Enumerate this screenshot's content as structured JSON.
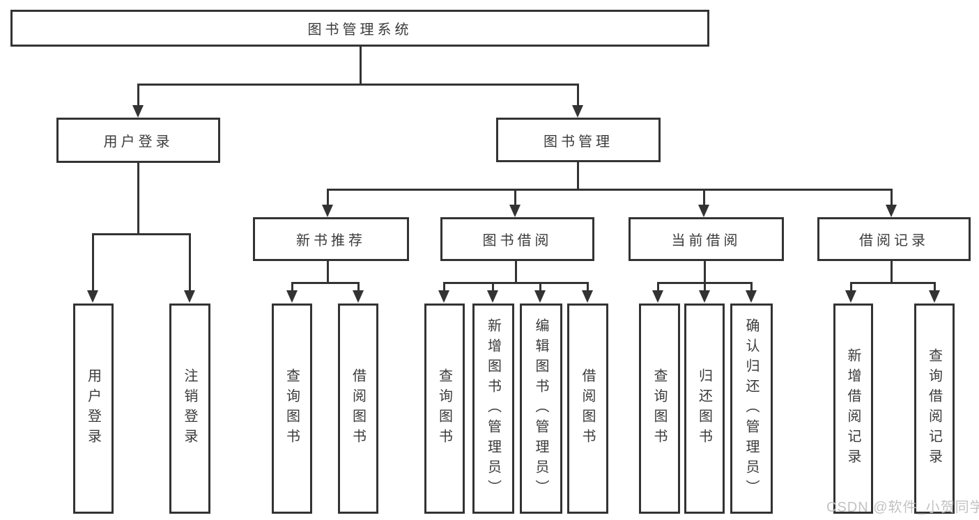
{
  "tree": {
    "label": "图书管理系统",
    "children": [
      {
        "label": "用户登录",
        "children": [
          {
            "label": "用户登录"
          },
          {
            "label": "注销登录"
          }
        ]
      },
      {
        "label": "图书管理",
        "children": [
          {
            "label": "新书推荐",
            "children": [
              {
                "label": "查询图书"
              },
              {
                "label": "借阅图书"
              }
            ]
          },
          {
            "label": "图书借阅",
            "children": [
              {
                "label": "查询图书"
              },
              {
                "label": "新增图书（管理员）"
              },
              {
                "label": "编辑图书（管理员）"
              },
              {
                "label": "借阅图书"
              }
            ]
          },
          {
            "label": "当前借阅",
            "children": [
              {
                "label": "查询图书"
              },
              {
                "label": "归还图书"
              },
              {
                "label": "确认归还（管理员）"
              }
            ]
          },
          {
            "label": "借阅记录",
            "children": [
              {
                "label": "新增借阅记录"
              },
              {
                "label": "查询借阅记录"
              }
            ]
          }
        ]
      }
    ]
  },
  "watermark": {
    "text": "CSDN @软件_小贺同学"
  },
  "colors": {
    "box_border": "#333333",
    "connector": "#333333",
    "text": "#3b3b3b",
    "watermark_text": "#c2c2c2",
    "background": "#ffffff"
  }
}
